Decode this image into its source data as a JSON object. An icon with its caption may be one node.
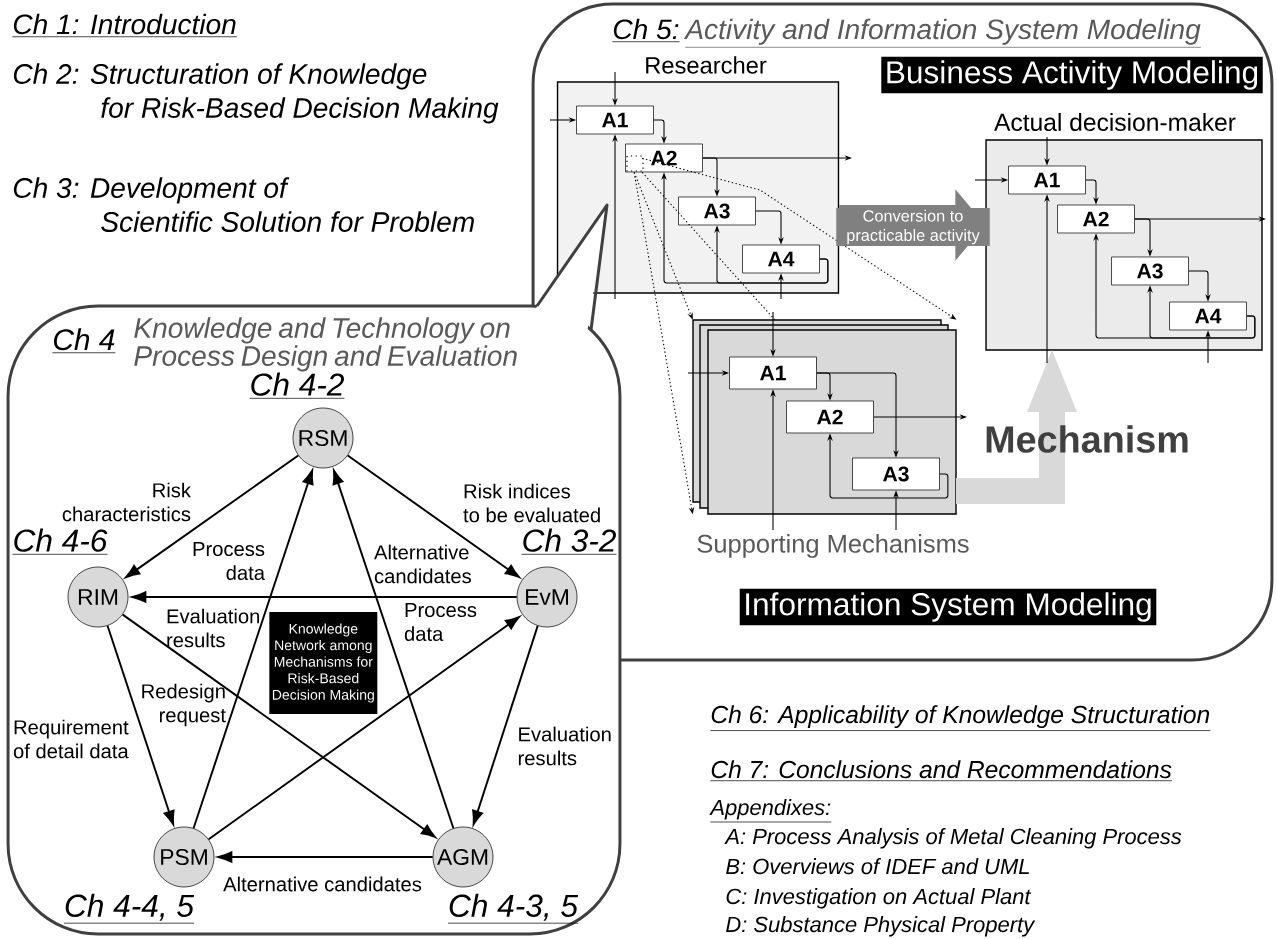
{
  "diagram": {
    "nodes": [
      {
        "text": [
          "Ch 4",
          "Knowledge and Technology on Process Design and Evaluation"
        ]
      },
      {
        "text": [
          "RSM"
        ],
        "beside": [
          "Ch 4-2"
        ],
        "in": 0
      },
      {
        "text": [
          "RIM"
        ],
        "beside": [
          "Ch 4-6"
        ],
        "in": 0
      },
      {
        "text": [
          "EvM"
        ],
        "beside": [
          "Ch 3-2"
        ],
        "in": 0
      },
      {
        "text": [
          "PSM"
        ],
        "beside": [
          "Ch 4-4, 5"
        ],
        "in": 0
      },
      {
        "text": [
          "AGM"
        ],
        "beside": [
          "Ch 4-3, 5"
        ],
        "in": 0
      },
      {
        "text": [
          "Knowledge Network among Mechanisms for Risk-Based Decision Making"
        ],
        "in": 0
      },
      {
        "text": [
          "Ch 5:",
          "Activity and Information System Modeling"
        ]
      },
      {
        "text": [
          "Researcher"
        ],
        "in": 7
      },
      {
        "text": [
          "A1"
        ],
        "in": 8
      },
      {
        "text": [
          "A2"
        ],
        "in": 8
      },
      {
        "text": [
          "A3"
        ],
        "in": 8
      },
      {
        "text": [
          "A4"
        ],
        "in": 8
      },
      {
        "text": [
          "Actual decision-maker"
        ],
        "in": 7
      },
      {
        "text": [
          "A1"
        ],
        "in": 13
      },
      {
        "text": [
          "A2"
        ],
        "in": 13
      },
      {
        "text": [
          "A3"
        ],
        "in": 13
      },
      {
        "text": [
          "A4"
        ],
        "in": 13
      },
      {
        "text": [
          "Supporting Mechanisms"
        ],
        "in": 7
      },
      {
        "text": [
          "A1"
        ],
        "in": 18
      },
      {
        "text": [
          "A2"
        ],
        "in": 18
      },
      {
        "text": [
          "A3"
        ],
        "in": 18
      },
      {
        "text": [
          "Business Activity Modeling"
        ],
        "in": 7
      },
      {
        "text": [
          "Information System Modeling"
        ],
        "in": 7
      }
    ],
    "edges": [
      {
        "from": 1,
        "to": 2,
        "arrow": "to",
        "label": "Risk characteristics"
      },
      {
        "from": 1,
        "to": 3,
        "arrow": "to",
        "label": "Risk indices to be evaluated"
      },
      {
        "from": 4,
        "to": 1,
        "arrow": "to",
        "label": "Process data"
      },
      {
        "from": 5,
        "to": 1,
        "arrow": "to",
        "label": "Alternative candidates"
      },
      {
        "from": 3,
        "to": 2,
        "arrow": "to",
        "label": "Evaluation results"
      },
      {
        "from": 2,
        "to": 4,
        "arrow": "to",
        "label": "Requirement of detail data"
      },
      {
        "from": 2,
        "to": 5,
        "arrow": "to",
        "label": "Redesign request"
      },
      {
        "from": 4,
        "to": 3,
        "arrow": "to",
        "label": "Process data"
      },
      {
        "from": 3,
        "to": 5,
        "arrow": "to",
        "label": "Evaluation results"
      },
      {
        "from": 5,
        "to": 4,
        "arrow": "to",
        "label": "Alternative candidates"
      },
      {
        "from": 9,
        "to": 10,
        "arrow": "to"
      },
      {
        "from": 10,
        "to": 11,
        "arrow": "to"
      },
      {
        "from": 11,
        "to": 12,
        "arrow": "to"
      },
      {
        "from": 12,
        "to": 11,
        "arrow": "to"
      },
      {
        "from": 12,
        "to": 10,
        "arrow": "to"
      },
      {
        "from": null,
        "to": 9,
        "arrow": "to"
      },
      {
        "from": null,
        "to": 9,
        "arrow": "to"
      },
      {
        "from": null,
        "to": 9,
        "arrow": "to"
      },
      {
        "from": 10,
        "to": null,
        "arrow": "to"
      },
      {
        "from": null,
        "to": 12,
        "arrow": "to"
      },
      {
        "from": 14,
        "to": 15,
        "arrow": "to"
      },
      {
        "from": 15,
        "to": 16,
        "arrow": "to"
      },
      {
        "from": 16,
        "to": 17,
        "arrow": "to"
      },
      {
        "from": 17,
        "to": 16,
        "arrow": "to"
      },
      {
        "from": 17,
        "to": 15,
        "arrow": "to"
      },
      {
        "from": null,
        "to": 14,
        "arrow": "to"
      },
      {
        "from": null,
        "to": 14,
        "arrow": "to"
      },
      {
        "from": null,
        "to": 14,
        "arrow": "to"
      },
      {
        "from": 15,
        "to": null,
        "arrow": "to"
      },
      {
        "from": null,
        "to": 17,
        "arrow": "to"
      },
      {
        "from": 19,
        "to": 20,
        "arrow": "to"
      },
      {
        "from": 19,
        "to": 21,
        "arrow": "to"
      },
      {
        "from": 21,
        "to": 20,
        "arrow": "to"
      },
      {
        "from": null,
        "to": 19,
        "arrow": "to"
      },
      {
        "from": null,
        "to": 19,
        "arrow": "to"
      },
      {
        "from": null,
        "to": 19,
        "arrow": "to"
      },
      {
        "from": 20,
        "to": null,
        "arrow": "to"
      },
      {
        "from": null,
        "to": 21,
        "arrow": "to"
      },
      {
        "from": 10,
        "to": 18,
        "arrow": "to",
        "style": "dashed"
      },
      {
        "from": 10,
        "to": 18,
        "arrow": "to",
        "style": "dashed"
      },
      {
        "from": 10,
        "to": 18,
        "arrow": "to",
        "style": "dashed"
      },
      {
        "from": 10,
        "to": 18,
        "arrow": "none",
        "style": "dashed"
      },
      {
        "from": 8,
        "to": 13,
        "arrow": "to",
        "label": "Conversion to practicable activity",
        "style": "thick",
        "color": "#808080"
      },
      {
        "from": 18,
        "to": 13,
        "arrow": "to",
        "label": "Mechanism",
        "style": "thick",
        "color": "#d9d9d9"
      }
    ],
    "labels": [
      "Ch 1: Introduction",
      "Ch 2: Structuration of Knowledge for Risk-Based Decision Making",
      "Ch 3: Development of Scientific Solution for Problem",
      "Ch 6: Applicability of Knowledge Structuration",
      "Ch 7: Conclusions and Recommendations",
      "Appendixes:",
      "A: Process Analysis of Metal Cleaning Process",
      "B: Overviews of IDEF and UML",
      "C: Investigation on Actual Plant",
      "D: Substance Physical Property"
    ]
  }
}
